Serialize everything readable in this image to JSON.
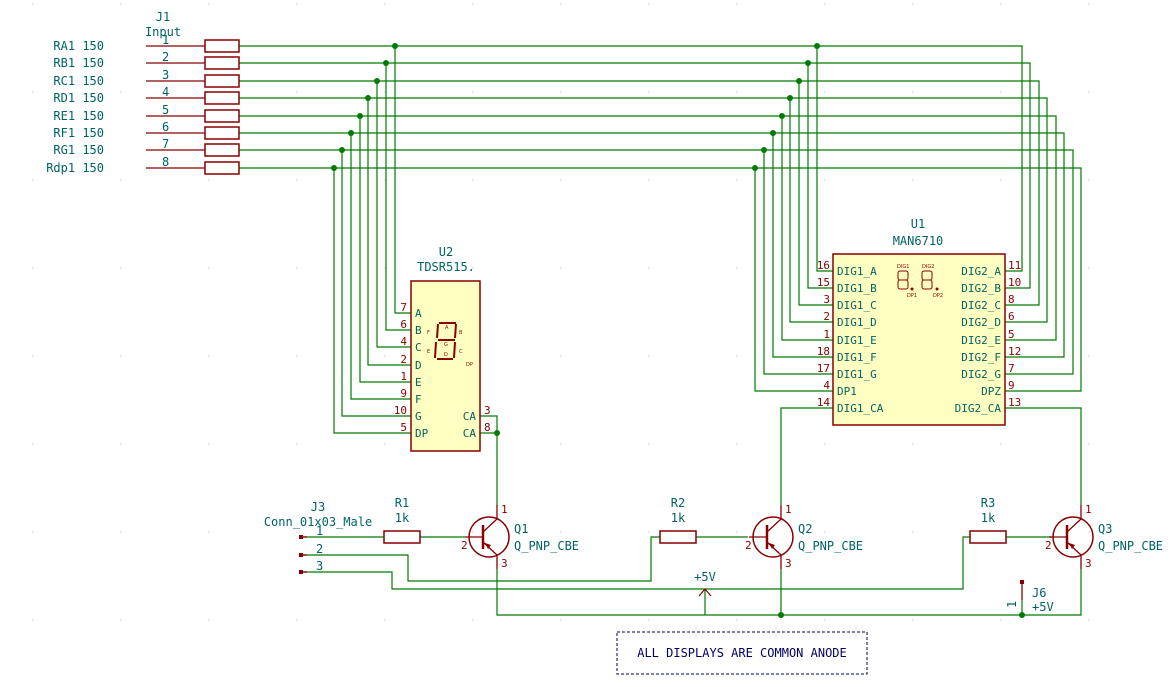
{
  "colors": {
    "wire": "#007a00",
    "symbol": "#880000",
    "symbol_fill": "#ffffc2",
    "text": "#006363",
    "note": "#000060",
    "grid": "#d0d0d0"
  },
  "j1": {
    "ref": "J1",
    "value": "Input",
    "pins": [
      "1",
      "2",
      "3",
      "4",
      "5",
      "6",
      "7",
      "8"
    ],
    "nets": [
      "RA1 150",
      "RB1 150",
      "RC1 150",
      "RD1 150",
      "RE1 150",
      "RF1 150",
      "RG1 150",
      "Rdp1 150"
    ]
  },
  "u2": {
    "ref": "U2",
    "value": "TDSR515.",
    "left_pins": [
      {
        "num": "7",
        "name": "A"
      },
      {
        "num": "6",
        "name": "B"
      },
      {
        "num": "4",
        "name": "C"
      },
      {
        "num": "2",
        "name": "D"
      },
      {
        "num": "1",
        "name": "E"
      },
      {
        "num": "9",
        "name": "F"
      },
      {
        "num": "10",
        "name": "G"
      },
      {
        "num": "5",
        "name": "DP"
      }
    ],
    "right_pins": [
      {
        "num": "3",
        "name": "CA"
      },
      {
        "num": "8",
        "name": "CA"
      }
    ],
    "seg_labels": {
      "a": "A",
      "b": "B",
      "c": "C",
      "d": "D",
      "e": "E",
      "f": "F",
      "g": "G",
      "dp": "DP"
    }
  },
  "u1": {
    "ref": "U1",
    "value": "MAN6710",
    "left_pins": [
      {
        "num": "16",
        "name": "DIG1_A"
      },
      {
        "num": "15",
        "name": "DIG1_B"
      },
      {
        "num": "3",
        "name": "DIG1_C"
      },
      {
        "num": "2",
        "name": "DIG1_D"
      },
      {
        "num": "1",
        "name": "DIG1_E"
      },
      {
        "num": "18",
        "name": "DIG1_F"
      },
      {
        "num": "17",
        "name": "DIG1_G"
      },
      {
        "num": "4",
        "name": "DP1"
      },
      {
        "num": "14",
        "name": "DIG1_CA"
      }
    ],
    "right_pins": [
      {
        "num": "11",
        "name": "DIG2_A"
      },
      {
        "num": "10",
        "name": "DIG2_B"
      },
      {
        "num": "8",
        "name": "DIG2_C"
      },
      {
        "num": "6",
        "name": "DIG2_D"
      },
      {
        "num": "5",
        "name": "DIG2_E"
      },
      {
        "num": "12",
        "name": "DIG2_F"
      },
      {
        "num": "7",
        "name": "DIG2_G"
      },
      {
        "num": "9",
        "name": "DPZ"
      },
      {
        "num": "13",
        "name": "DIG2_CA"
      }
    ],
    "digit_labels": {
      "dig1": "DIG1",
      "dig2": "DIG2",
      "dp1": "DP1",
      "dp2": "DP2"
    }
  },
  "j3": {
    "ref": "J3",
    "value": "Conn_01x03_Male",
    "pins": [
      "1",
      "2",
      "3"
    ]
  },
  "resistors": [
    {
      "ref": "R1",
      "value": "1k"
    },
    {
      "ref": "R2",
      "value": "1k"
    },
    {
      "ref": "R3",
      "value": "1k"
    }
  ],
  "transistors": [
    {
      "ref": "Q1",
      "value": "Q_PNP_CBE",
      "pins": {
        "c": "1",
        "b": "2",
        "e": "3"
      }
    },
    {
      "ref": "Q2",
      "value": "Q_PNP_CBE",
      "pins": {
        "c": "1",
        "b": "2",
        "e": "3"
      }
    },
    {
      "ref": "Q3",
      "value": "Q_PNP_CBE",
      "pins": {
        "c": "1",
        "b": "2",
        "e": "3"
      }
    }
  ],
  "power": {
    "label": "+5V"
  },
  "j6": {
    "ref": "J6",
    "value": "+5V",
    "pin": "1"
  },
  "note": "ALL DISPLAYS ARE COMMON ANODE"
}
